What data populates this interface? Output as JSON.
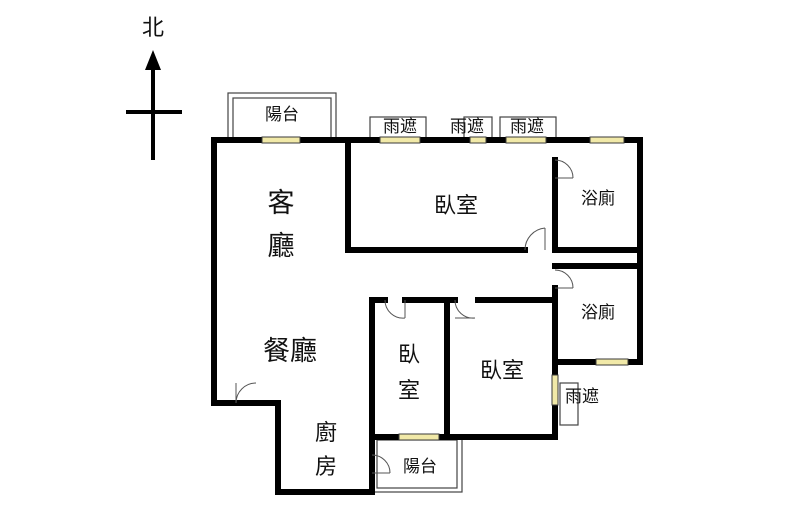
{
  "compass": {
    "label": "北"
  },
  "rooms": {
    "living": {
      "line1": "客",
      "line2": "廳"
    },
    "dining": {
      "label": "餐廳"
    },
    "kitchen": {
      "line1": "廚",
      "line2": "房"
    },
    "bedroom_main": {
      "label": "臥室"
    },
    "bedroom_small": {
      "line1": "臥",
      "line2": "室"
    },
    "bedroom_mid": {
      "label": "臥室"
    },
    "bath_top": {
      "label": "浴廁"
    },
    "bath_bottom": {
      "label": "浴廁"
    },
    "balcony_top": {
      "label": "陽台"
    },
    "balcony_bottom": {
      "label": "陽台"
    },
    "awning_1": {
      "label": "雨遮"
    },
    "awning_2": {
      "label": "雨遮"
    },
    "awning_3": {
      "label": "雨遮"
    },
    "awning_4": {
      "label": "雨遮"
    }
  }
}
